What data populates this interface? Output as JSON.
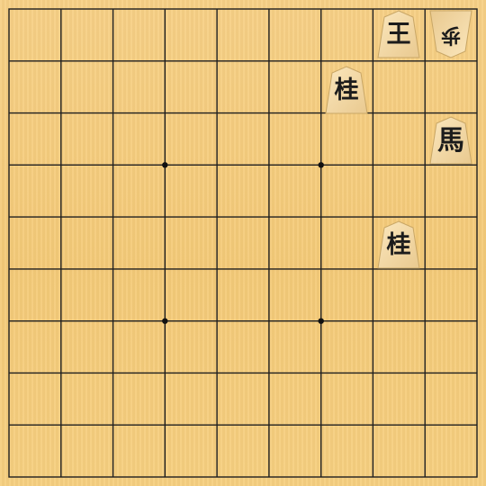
{
  "board": {
    "pieces": [
      {
        "id": "king",
        "char": "王",
        "name": "king-piece",
        "owner": "sente"
      },
      {
        "id": "gote-pawn",
        "char": "歩",
        "name": "gote-pawn-piece",
        "owner": "gote"
      },
      {
        "id": "knight-upper",
        "char": "桂",
        "name": "knight-piece",
        "owner": "sente"
      },
      {
        "id": "horse",
        "char": "馬",
        "name": "horse-piece",
        "owner": "sente"
      },
      {
        "id": "knight-lower",
        "char": "桂",
        "name": "knight-piece",
        "owner": "sente"
      }
    ]
  }
}
